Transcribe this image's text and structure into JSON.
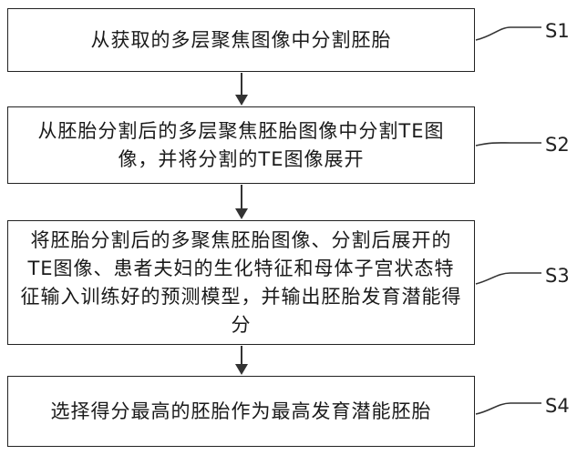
{
  "steps": [
    {
      "id": "S1",
      "text": "从获取的多层聚焦图像中分割胚胎"
    },
    {
      "id": "S2",
      "text": "从胚胎分割后的多层聚焦胚胎图像中分割TE图像，并将分割的TE图像展开"
    },
    {
      "id": "S3",
      "text": "将胚胎分割后的多聚焦胚胎图像、分割后展开的TE图像、患者夫妇的生化特征和母体子宫状态特征输入训练好的预测模型，并输出胚胎发育潜能得分"
    },
    {
      "id": "S4",
      "text": "选择得分最高的胚胎作为最高发育潜能胚胎"
    }
  ]
}
